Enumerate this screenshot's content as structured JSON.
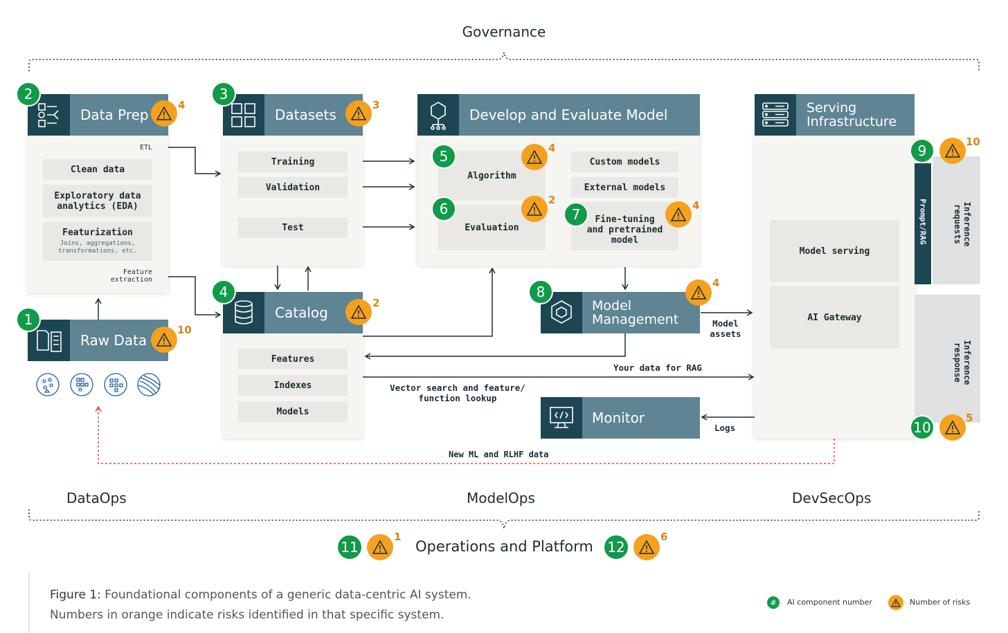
{
  "governance": "Governance",
  "components": {
    "data_prep": {
      "num": "2",
      "title": "Data Prep",
      "risks": "4",
      "etl": "ETL",
      "clean": "Clean data",
      "eda": "Exploratory data\nanalytics (EDA)",
      "feat": "Featurization",
      "feat_sub": "Joins, aggregations,\ntransformations, etc.",
      "feat_extract": "Feature\nextraction"
    },
    "datasets": {
      "num": "3",
      "title": "Datasets",
      "risks": "3",
      "training": "Training",
      "validation": "Validation",
      "test": "Test"
    },
    "develop": {
      "title": "Develop and Evaluate Model",
      "algo_num": "5",
      "algo": "Algorithm",
      "algo_risks": "4",
      "eval_num": "6",
      "eval": "Evaluation",
      "eval_risks": "2",
      "custom": "Custom models",
      "external": "External models",
      "ft_num": "7",
      "ft": "Fine-tuning\nand pretrained\nmodel",
      "ft_risks": "4"
    },
    "serving": {
      "title": "Serving\nInfrastructure",
      "num": "9",
      "risks": "10",
      "model_serving": "Model serving",
      "ai_gateway": "AI Gateway",
      "prompt_rag": "Prompt/RAG",
      "inference_requests": "Inference requests",
      "inference_response": "Inference response",
      "resp_num": "10",
      "resp_risks": "5"
    },
    "raw_data": {
      "num": "1",
      "title": "Raw Data",
      "risks": "10"
    },
    "catalog": {
      "num": "4",
      "title": "Catalog",
      "risks": "2",
      "features": "Features",
      "indexes": "Indexes",
      "models": "Models"
    },
    "model_mgmt": {
      "num": "8",
      "title": "Model\nManagement",
      "risks": "4"
    },
    "monitor": {
      "title": "Monitor"
    }
  },
  "flows": {
    "model_assets": "Model\nassets",
    "your_data_rag": "Your data for RAG",
    "vector_search": "Vector search and feature/\nfunction lookup",
    "logs": "Logs",
    "new_ml": "New ML and RLHF data"
  },
  "bottom": {
    "dataops": "DataOps",
    "modelops": "ModelOps",
    "devsecops": "DevSecOps",
    "ops_platform": "Operations and Platform",
    "ops_num_a": "11",
    "ops_risk_a": "1",
    "ops_num_b": "12",
    "ops_risk_b": "6"
  },
  "caption": {
    "label": "Figure 1:",
    "line1": " Foundational components of a generic data-centric AI system.",
    "line2": "Numbers in orange indicate risks identified in that specific system."
  },
  "legend": {
    "component_number": "AI component number",
    "number_of_risks": "Number of risks",
    "hash": "#"
  },
  "colors": {
    "header_teal": "#5f8493",
    "icon_dark": "#1d4653",
    "green": "#119a4a",
    "orange": "#f3a11e",
    "red_dashed": "#e8483b"
  }
}
